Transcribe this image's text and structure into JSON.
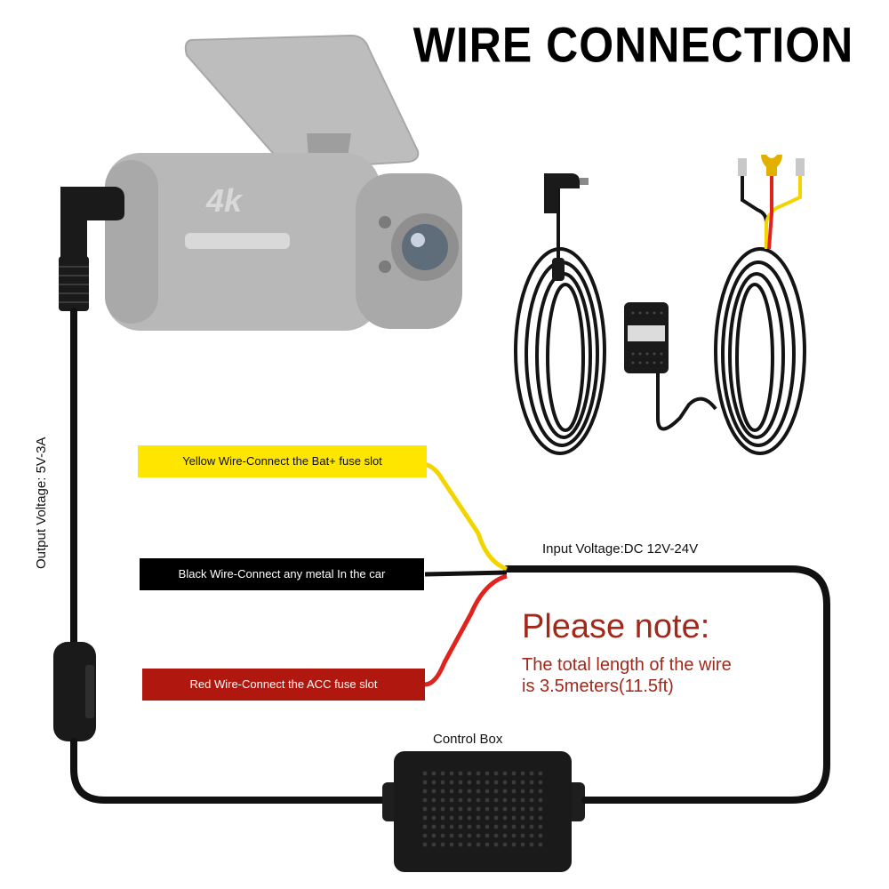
{
  "title": "WIRE CONNECTION",
  "labels": {
    "yellow": "Yellow Wire-Connect the Bat+ fuse slot",
    "black": "Black Wire-Connect any metal In the car",
    "red": "Red Wire-Connect the ACC fuse slot"
  },
  "input_voltage": "Input Voltage:DC 12V-24V",
  "output_voltage": "Output Voltage: 5V-3A",
  "note": {
    "heading": "Please note:",
    "line1": "The total length of the wire",
    "line2": "is 3.5meters(11.5ft)"
  },
  "control_box_label": "Control Box",
  "camera_badge": "4k",
  "colors": {
    "yellow_wire": "#f2d400",
    "red_wire": "#e0231c",
    "black_wire": "#111111",
    "note_text": "#a3281a",
    "red_label_bg": "#b0180f",
    "yellow_label_bg": "#ffe600"
  }
}
